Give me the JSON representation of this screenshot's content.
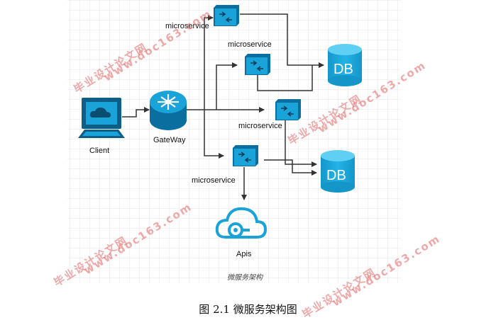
{
  "diagram": {
    "nodes": {
      "client": "Client",
      "gateway": "GateWay",
      "ms_top": "microservice",
      "ms_mid": "microservice",
      "ms_right": "microservice",
      "ms_bottom": "microservice",
      "db1": "DB",
      "db2": "DB",
      "apis": "Apis"
    },
    "subtitle": "微服务架构",
    "colors": {
      "accent": "#1aa3d9",
      "dark_blue": "#0a6f9e",
      "line": "#333333",
      "grid": "#e4e4e4"
    }
  },
  "caption": "图 2.1  微服务架构图",
  "watermarks": [
    "毕业设计论文网",
    "www.doc163.com"
  ]
}
